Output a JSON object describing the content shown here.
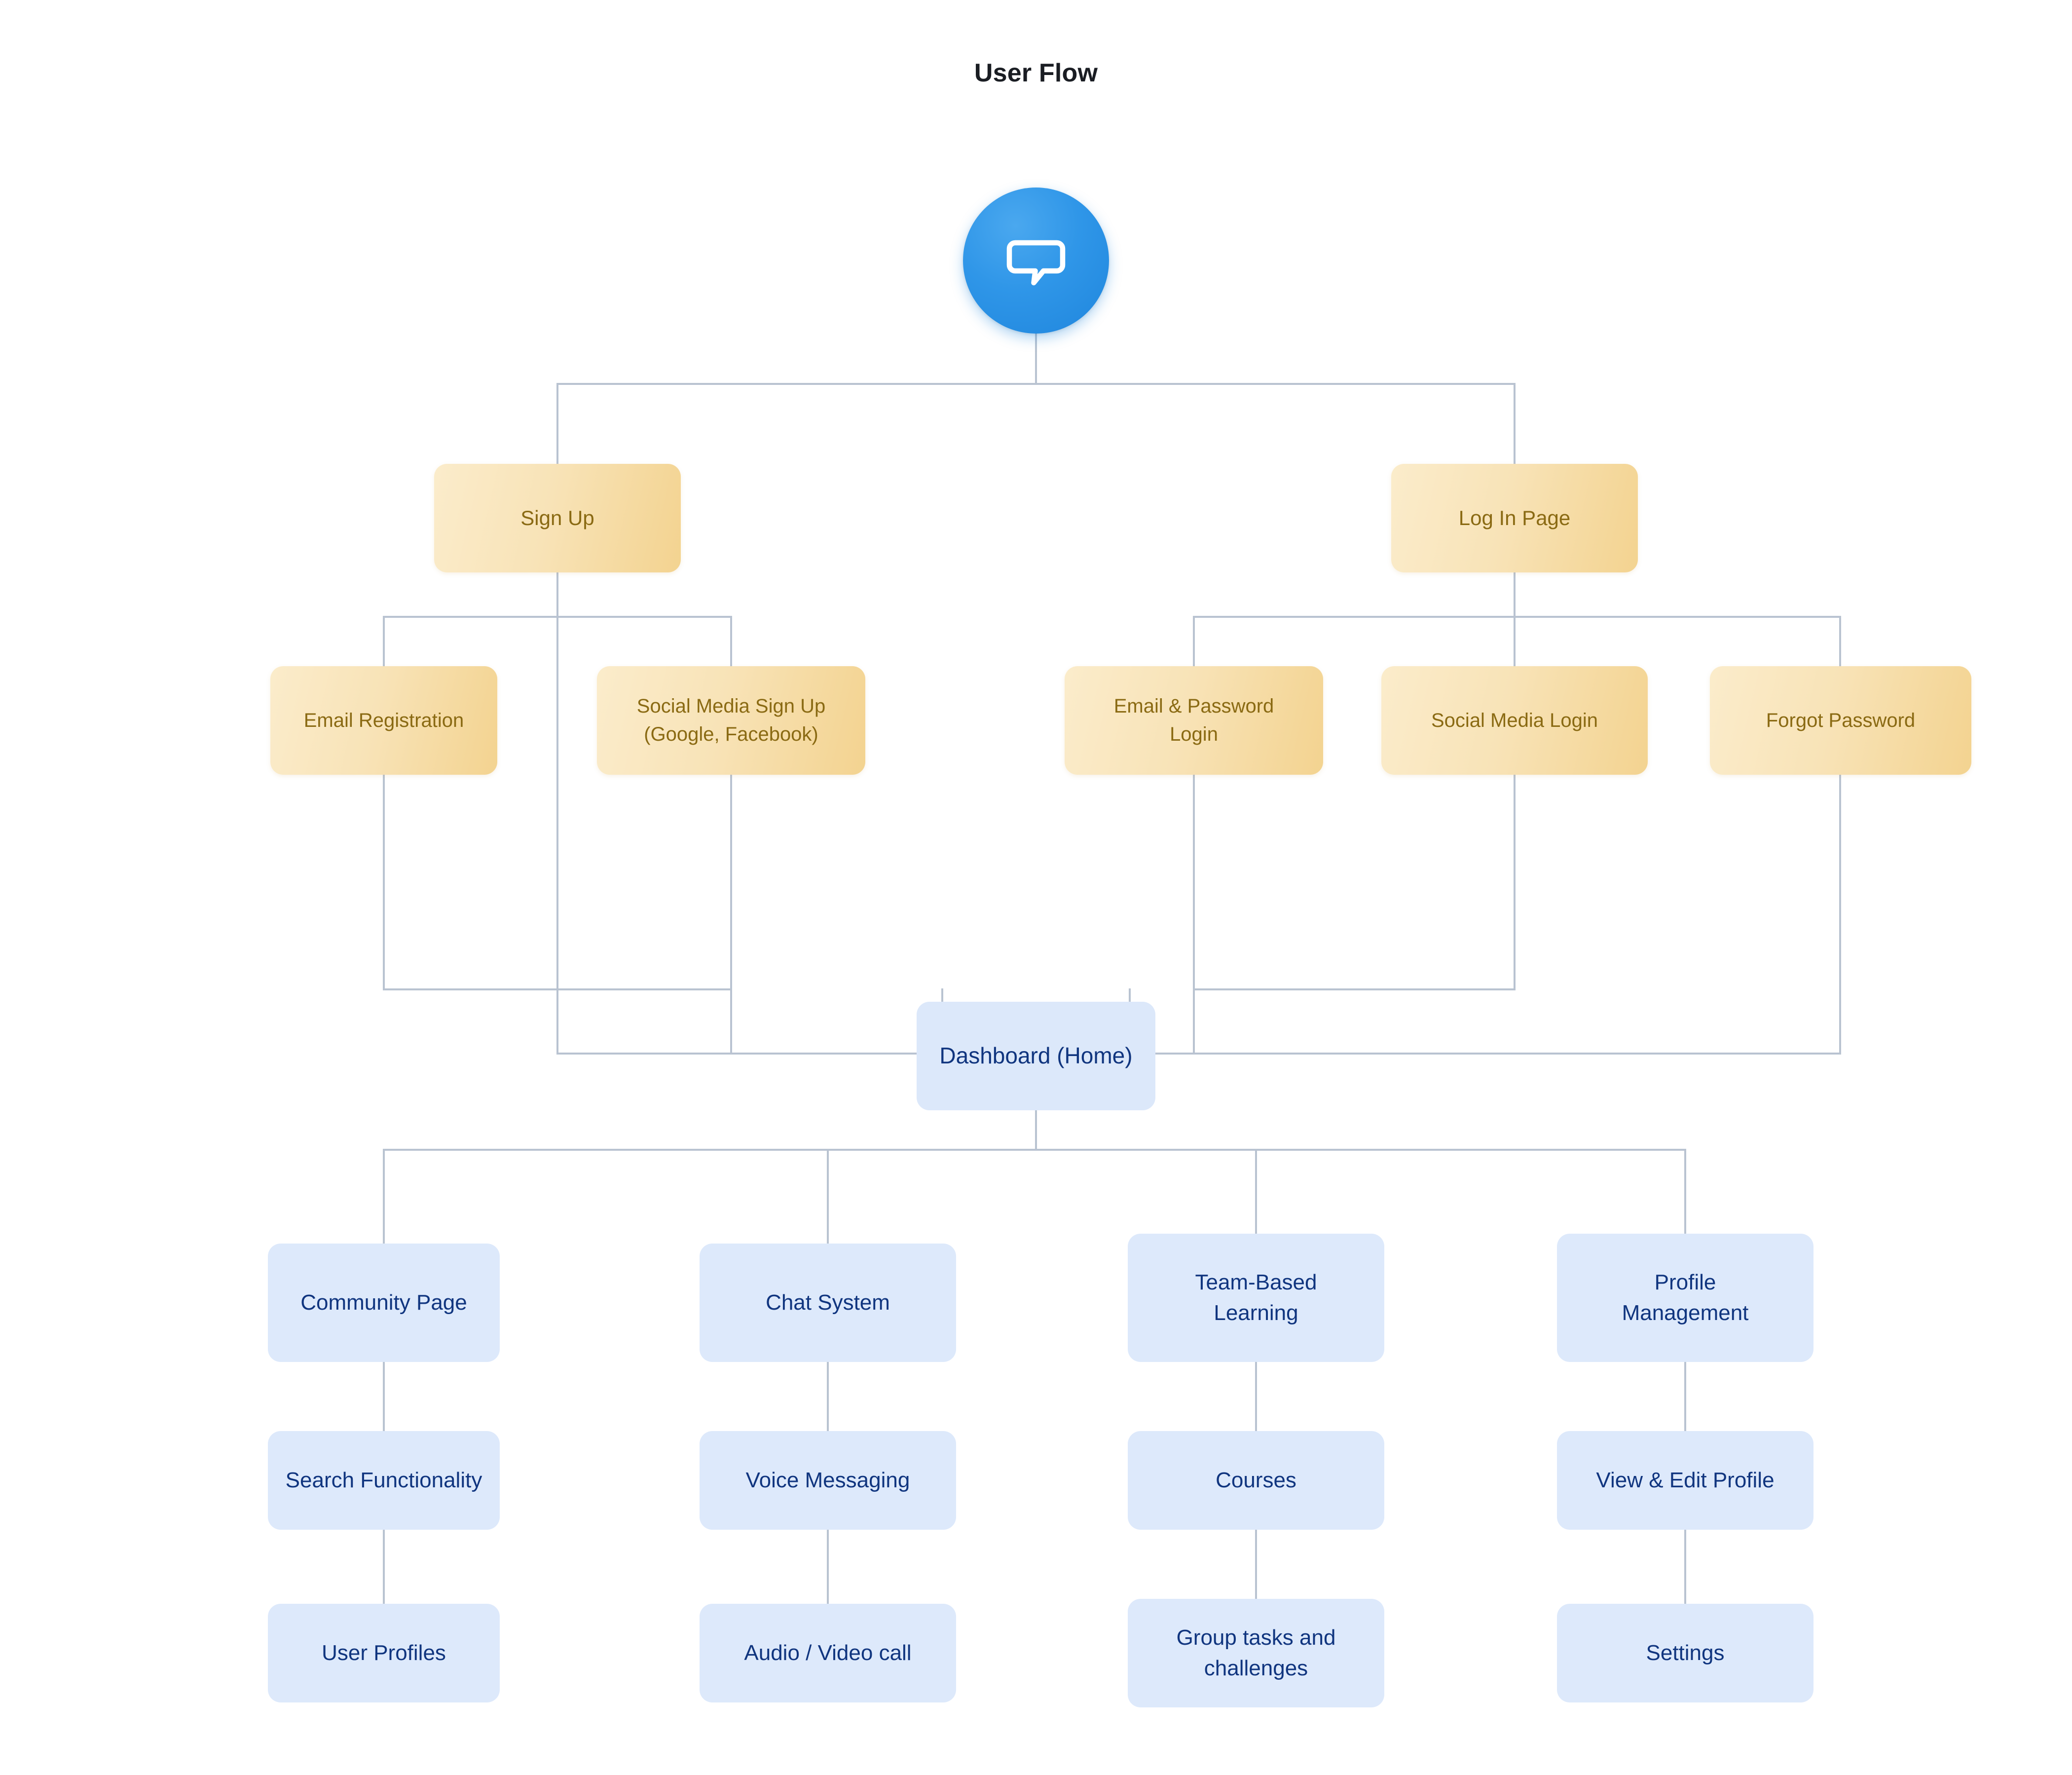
{
  "title": "User Flow",
  "colors": {
    "background": "#ffffff",
    "title_text": "#1a1d23",
    "amber_fill_start": "#fbeccb",
    "amber_fill_end": "#f3d390",
    "amber_text": "#8a6a13",
    "blue_fill": "#dde9fb",
    "blue_text": "#10357f",
    "connector_line": "#b9c3d1",
    "app_icon_blue": "#2f96e8"
  },
  "root": {
    "icon": "chat-bubble-icon",
    "icon_color": "#2f96e8"
  },
  "nodes": {
    "sign_up": "Sign Up",
    "log_in_page": "Log In Page",
    "email_registration": "Email Registration",
    "social_media_sign_up": "Social Media Sign Up\n(Google, Facebook)",
    "email_password_login": "Email & Password\nLogin",
    "social_media_login": "Social Media Login",
    "forgot_password": "Forgot Password",
    "dashboard": "Dashboard (Home)",
    "community_page": "Community Page",
    "chat_system": "Chat System",
    "team_based_learning": "Team-Based\nLearning",
    "profile_management": "Profile\nManagement",
    "search_functionality": "Search Functionality",
    "voice_messaging": "Voice Messaging",
    "courses": "Courses",
    "view_edit_profile": "View & Edit Profile",
    "user_profiles": "User Profiles",
    "audio_video_call": "Audio / Video call",
    "group_tasks": "Group tasks and\nchallenges",
    "settings": "Settings"
  },
  "chart_data": {
    "type": "diagram",
    "diagram_kind": "user-flow-tree",
    "title": "User Flow",
    "root": {
      "id": "app",
      "label": "",
      "icon": "chat-bubble-icon",
      "shape": "circle",
      "fill": "#2f96e8"
    },
    "levels": [
      {
        "level": 1,
        "ids": [
          "sign_up",
          "log_in_page"
        ]
      },
      {
        "level": 2,
        "ids": [
          "email_registration",
          "social_media_sign_up",
          "email_password_login",
          "social_media_login",
          "forgot_password"
        ]
      },
      {
        "level": 3,
        "ids": [
          "dashboard"
        ]
      },
      {
        "level": 4,
        "ids": [
          "community_page",
          "chat_system",
          "team_based_learning",
          "profile_management"
        ]
      },
      {
        "level": 5,
        "ids": [
          "search_functionality",
          "voice_messaging",
          "courses",
          "view_edit_profile"
        ]
      },
      {
        "level": 6,
        "ids": [
          "user_profiles",
          "audio_video_call",
          "group_tasks",
          "settings"
        ]
      }
    ],
    "edges": [
      [
        "app",
        "sign_up"
      ],
      [
        "app",
        "log_in_page"
      ],
      [
        "sign_up",
        "email_registration"
      ],
      [
        "sign_up",
        "social_media_sign_up"
      ],
      [
        "log_in_page",
        "email_password_login"
      ],
      [
        "log_in_page",
        "social_media_login"
      ],
      [
        "log_in_page",
        "forgot_password"
      ],
      [
        "email_registration",
        "dashboard"
      ],
      [
        "social_media_sign_up",
        "dashboard"
      ],
      [
        "email_password_login",
        "dashboard"
      ],
      [
        "social_media_login",
        "dashboard"
      ],
      [
        "sign_up",
        "dashboard"
      ],
      [
        "forgot_password",
        "dashboard"
      ],
      [
        "dashboard",
        "community_page"
      ],
      [
        "dashboard",
        "chat_system"
      ],
      [
        "dashboard",
        "team_based_learning"
      ],
      [
        "dashboard",
        "profile_management"
      ],
      [
        "community_page",
        "search_functionality"
      ],
      [
        "search_functionality",
        "user_profiles"
      ],
      [
        "chat_system",
        "voice_messaging"
      ],
      [
        "voice_messaging",
        "audio_video_call"
      ],
      [
        "team_based_learning",
        "courses"
      ],
      [
        "courses",
        "group_tasks"
      ],
      [
        "profile_management",
        "view_edit_profile"
      ],
      [
        "view_edit_profile",
        "settings"
      ]
    ],
    "node_styles": {
      "amber": [
        "sign_up",
        "log_in_page",
        "email_registration",
        "social_media_sign_up",
        "email_password_login",
        "social_media_login",
        "forgot_password"
      ],
      "blue": [
        "dashboard",
        "community_page",
        "chat_system",
        "team_based_learning",
        "profile_management",
        "search_functionality",
        "voice_messaging",
        "courses",
        "view_edit_profile",
        "user_profiles",
        "audio_video_call",
        "group_tasks",
        "settings"
      ]
    }
  }
}
